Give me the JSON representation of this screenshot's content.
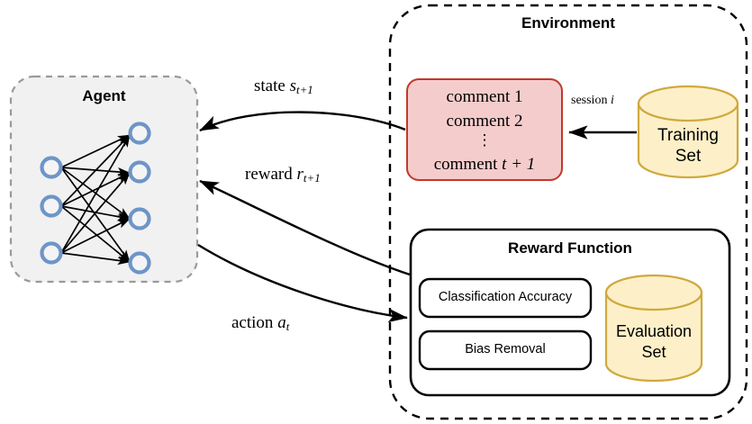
{
  "diagram": {
    "title_environment": "Environment",
    "agent": {
      "title": "Agent",
      "network": {
        "input_nodes": 3,
        "output_nodes": 4,
        "node_color": "#6d95c8"
      }
    },
    "comment_box": {
      "line1": "comment 1",
      "line2": "comment 2",
      "ellipsis": "⋮",
      "line4_prefix": "comment ",
      "line4_math": "t + 1",
      "fill": "#f4cccc",
      "stroke": "#c0392b"
    },
    "training_set": {
      "line1": "Training",
      "line2": "Set",
      "fill": "#fdf0c8",
      "stroke": "#d0a93f"
    },
    "reward_function": {
      "title": "Reward Function",
      "items": [
        {
          "label": "Classification Accuracy"
        },
        {
          "label": "Bias Removal"
        }
      ],
      "evaluation_set": {
        "line1": "Evaluation",
        "line2": "Set",
        "fill": "#fdf0c8",
        "stroke": "#d0a93f"
      }
    },
    "edges": [
      {
        "id": "state",
        "text_prefix": "state ",
        "symbol": "s",
        "sub": "t+1"
      },
      {
        "id": "reward",
        "text_prefix": "reward ",
        "symbol": "r",
        "sub": "t+1"
      },
      {
        "id": "action",
        "text_prefix": "action ",
        "symbol": "a",
        "sub": "t"
      },
      {
        "id": "session",
        "text_prefix": "session ",
        "symbol": "i",
        "sub": ""
      }
    ]
  }
}
